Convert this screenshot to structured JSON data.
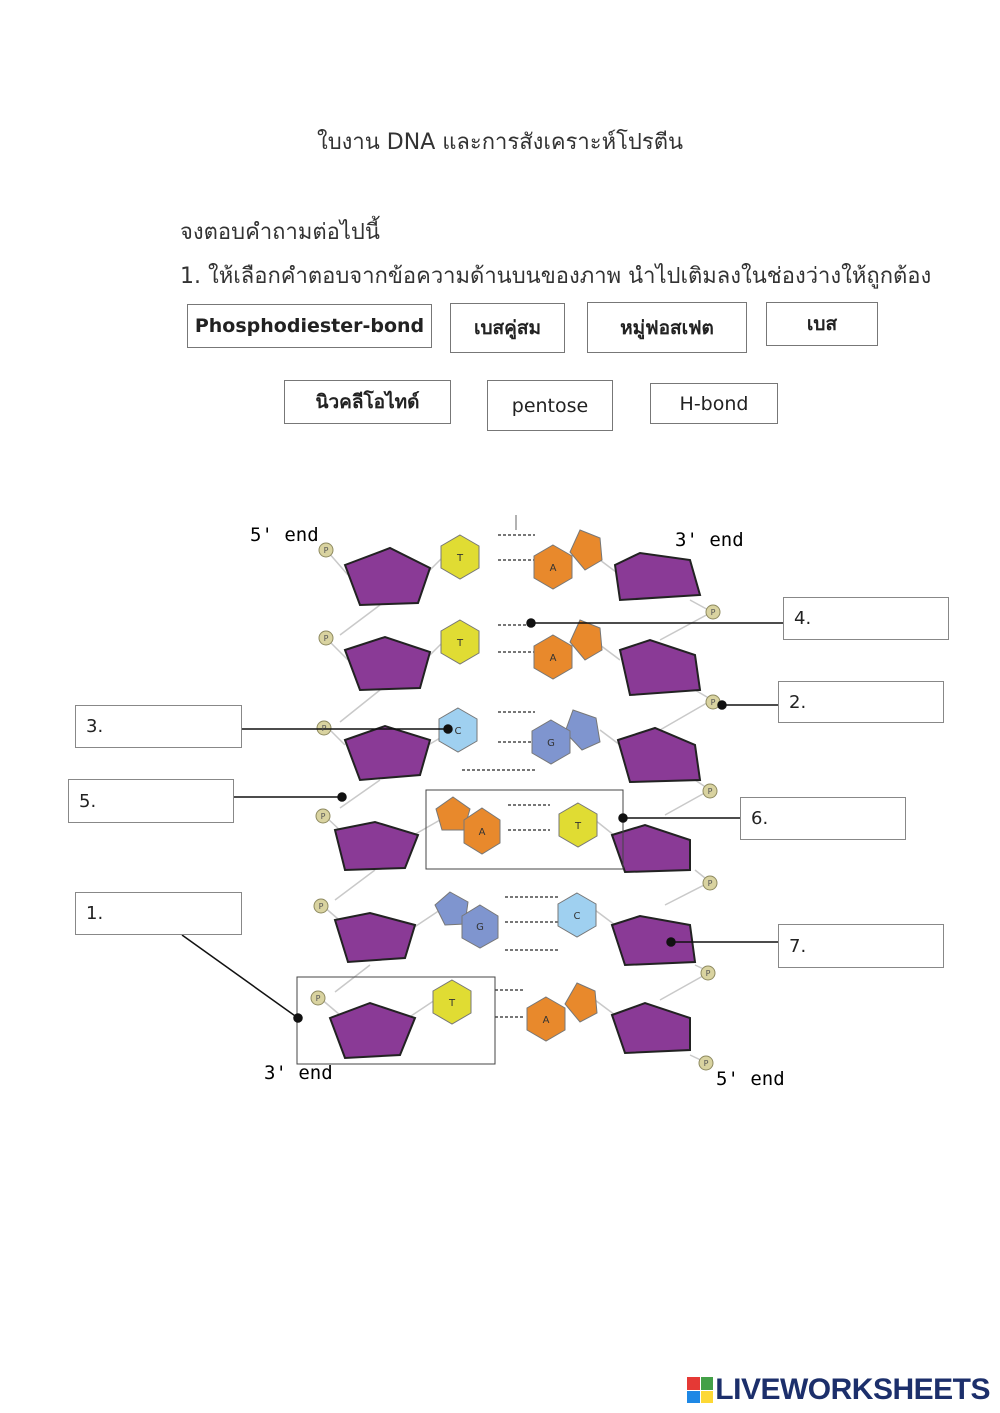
{
  "title": "ใบงาน DNA และการสังเคราะห์โปรตีน",
  "instructions": {
    "line1": "จงตอบคำถามต่อไปนี้",
    "line2": "1. ให้เลือกคำตอบจากข้อความด้านบนของภาพ นำไปเติมลงในช่องว่างให้ถูกต้อง"
  },
  "word_bank": [
    "Phosphodiester-bond",
    "เบสคู่สม",
    "หมู่ฟอสเฟต",
    "เบส",
    "นิวคลีโอไทด์",
    "pentose",
    "H-bond"
  ],
  "answer_boxes": {
    "b1": "1.",
    "b2": "2.",
    "b3": "3.",
    "b4": "4.",
    "b5": "5.",
    "b6": "6.",
    "b7": "7."
  },
  "diagram": {
    "end_top_left": "5' end",
    "end_top_right": "3' end",
    "end_bottom_left": "3' end",
    "end_bottom_right": "5' end",
    "phosphate_label": "P",
    "base_pairs": [
      {
        "left": "T",
        "right": "A"
      },
      {
        "left": "T",
        "right": "A"
      },
      {
        "left": "C",
        "right": "G"
      },
      {
        "left": "A",
        "right": "T"
      },
      {
        "left": "G",
        "right": "C"
      },
      {
        "left": "T",
        "right": "A"
      }
    ]
  },
  "colors": {
    "sugar": "#8a3a96",
    "thymine": "#e0dc33",
    "adenine": "#e8892c",
    "cytosine": "#9fd0f0",
    "guanine": "#7f95cf",
    "phosphate": "#d9d3a0"
  },
  "footer": {
    "brand": "LIVEWORKSHEETS"
  }
}
